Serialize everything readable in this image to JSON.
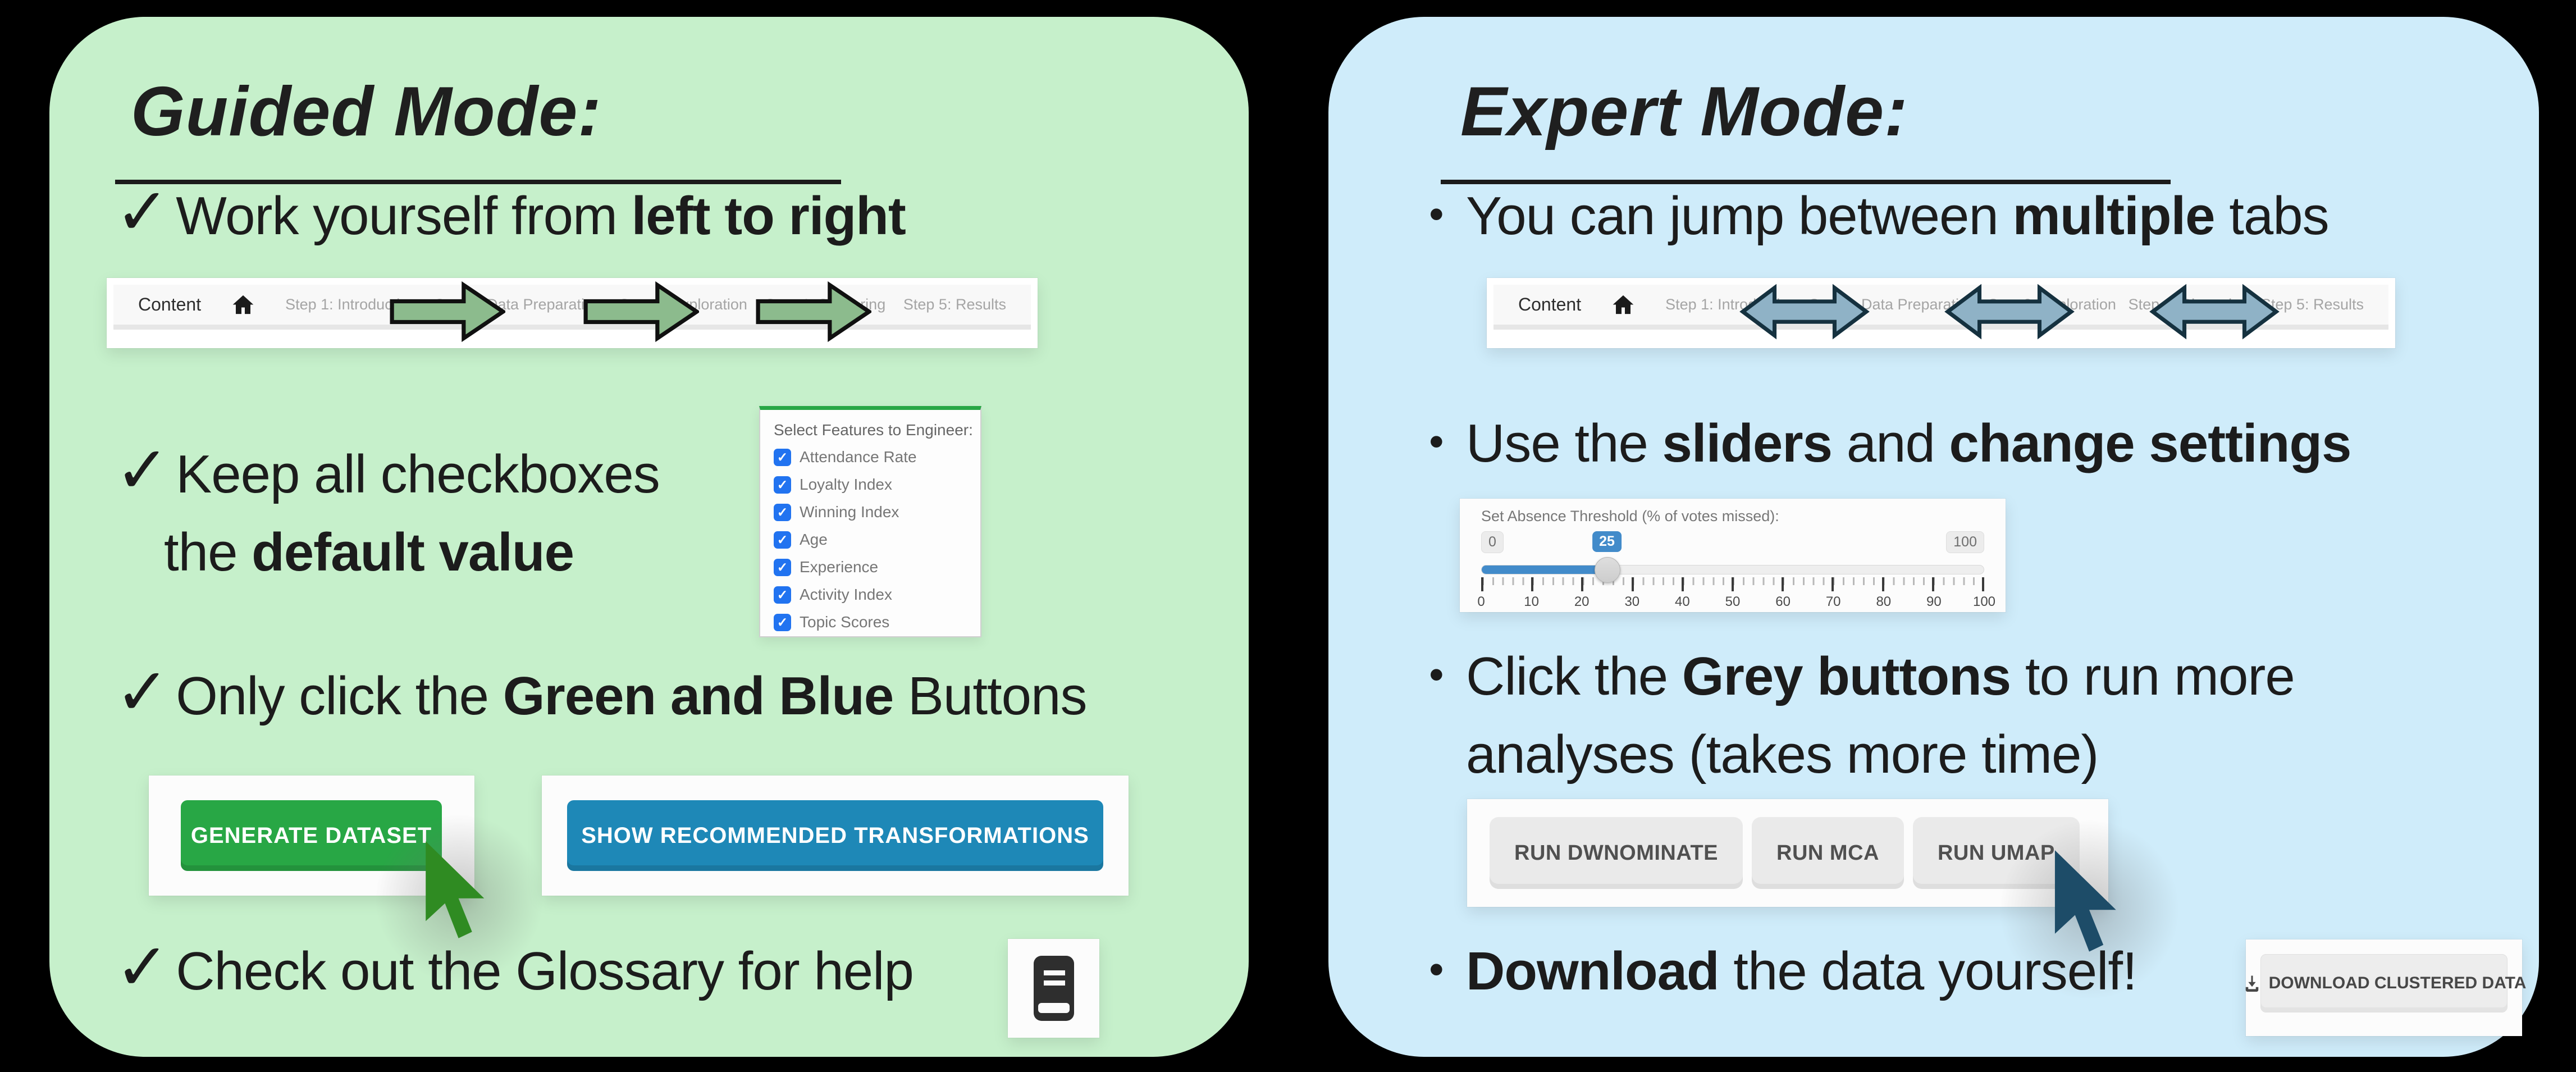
{
  "glyphs": {
    "check": "✓",
    "check_small": "✓",
    "bullet": "•"
  },
  "colors": {
    "panel_green": "#c6f0cb",
    "panel_blue": "#cfecfa",
    "green_button": "#28a745",
    "blue_button": "#1e88b7",
    "checkbox_blue": "#2173f0",
    "slider_blue": "#428bca",
    "arrow_green": "#8cbb8d",
    "arrow_blue": "#8fb2c6",
    "cursor_green": "#2f8b22",
    "cursor_navy": "#1d4c68"
  },
  "navbar": {
    "brand": "Content",
    "steps": [
      "Step 1: Introduction",
      "Step 2: Data Preparation",
      "Step 3: Exploration",
      "Step 4: Clustering",
      "Step 5: Results"
    ]
  },
  "guided": {
    "title": "Guided Mode:",
    "line1": {
      "pre": "Work yourself from ",
      "bold": "left to right"
    },
    "line2": {
      "a": "Keep all checkboxes",
      "b_pre": "the ",
      "b_bold": "default value"
    },
    "line3": {
      "pre": "Only click the ",
      "bold": "Green and Blue",
      "post": " Buttons"
    },
    "line4": "Check out the Glossary for help",
    "generate_button": "GENERATE DATASET",
    "transform_button": "SHOW RECOMMENDED TRANSFORMATIONS",
    "features": {
      "header": "Select Features to Engineer:",
      "items": [
        "Attendance Rate",
        "Loyalty Index",
        "Winning Index",
        "Age",
        "Experience",
        "Activity Index",
        "Topic Scores"
      ]
    }
  },
  "expert": {
    "title": "Expert Mode:",
    "line1": {
      "pre": "You can jump between ",
      "bold": "multiple",
      "post": " tabs"
    },
    "line2": {
      "pre": "Use the ",
      "bold1": "sliders",
      "mid": " and ",
      "bold2": "change settings"
    },
    "line3": {
      "pre": "Click the ",
      "bold": "Grey buttons",
      "post": " to run more",
      "cont": "analyses (takes more time)"
    },
    "line4": {
      "bold": "Download",
      "post": " the data yourself!"
    },
    "slider": {
      "label": "Set Absence Threshold (% of votes missed):",
      "min": "0",
      "value": "25",
      "max": "100",
      "ticks": [
        "0",
        "10",
        "20",
        "30",
        "40",
        "50",
        "60",
        "70",
        "80",
        "90",
        "100"
      ]
    },
    "run_buttons": [
      "RUN DWNOMINATE",
      "RUN MCA",
      "RUN UMAP"
    ],
    "download_button": "DOWNLOAD CLUSTERED DATA"
  }
}
